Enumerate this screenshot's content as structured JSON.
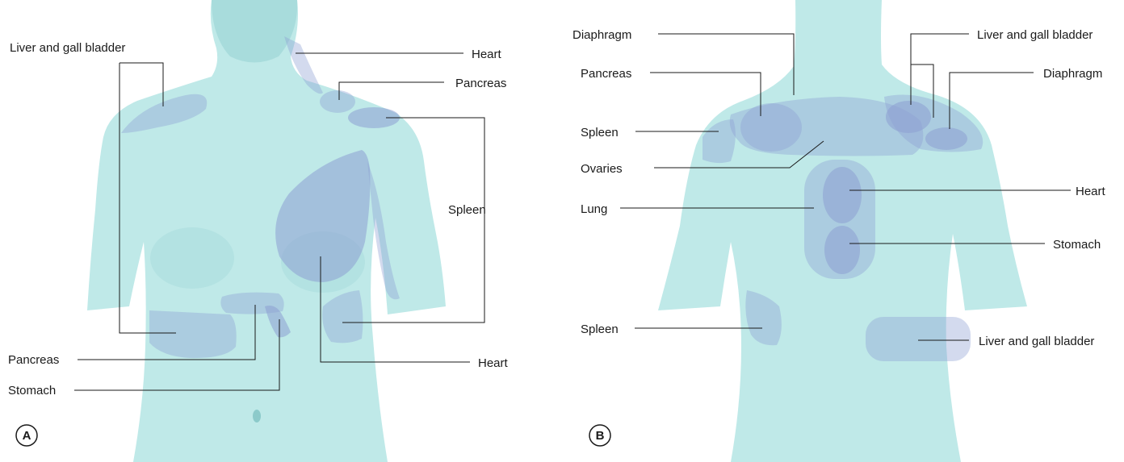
{
  "panel_a": {
    "badge": "A",
    "labels": {
      "liver_gall": "Liver and gall bladder",
      "heart_top": "Heart",
      "pancreas_top": "Pancreas",
      "spleen": "Spleen",
      "pancreas_bottom": "Pancreas",
      "stomach": "Stomach",
      "heart_bottom": "Heart"
    }
  },
  "panel_b": {
    "badge": "B",
    "labels": {
      "diaphragm_left": "Diaphragm",
      "pancreas": "Pancreas",
      "spleen_top": "Spleen",
      "ovaries": "Ovaries",
      "lung": "Lung",
      "spleen_bottom": "Spleen",
      "liver_gall_top": "Liver and gall bladder",
      "diaphragm_right": "Diaphragm",
      "heart": "Heart",
      "stomach": "Stomach",
      "liver_gall_bottom": "Liver and gall bladder"
    }
  },
  "colors": {
    "skin": "#bfe9e8",
    "referred_pain_zone": "#8c9fd1",
    "text": "#1a1a1a"
  }
}
